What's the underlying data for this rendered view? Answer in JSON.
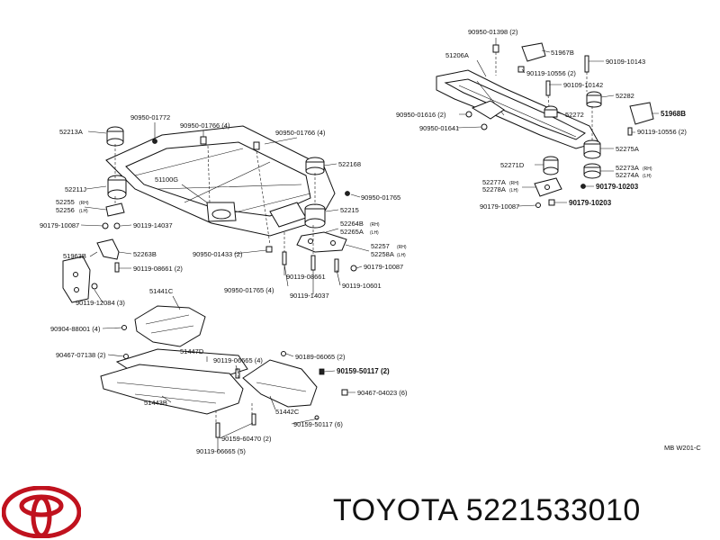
{
  "diagram": {
    "labels": {
      "l_52213A": "52213A",
      "l_90950_01772": "90950-01772",
      "l_90950_01766_a": "90950-01766 (4)",
      "l_90950_01766_b": "90950-01766 (4)",
      "l_522168": "522168",
      "l_52211J": "52211J",
      "l_51100G": "51100G",
      "l_52255": "52255",
      "l_52256": "52256",
      "l_90950_01765": "90950-01765",
      "l_52215": "52215",
      "l_90179_10087_a": "90179-10087",
      "l_90119_14037_a": "90119-14037",
      "l_52264B": "52264B",
      "l_52265A": "52265A",
      "l_51963B": "51963B",
      "l_52263B": "52263B",
      "l_90950_01433": "90950-01433 (2)",
      "l_52257": "52257",
      "l_52258A": "52258A",
      "l_90119_08661_a": "90119-08661 (2)",
      "l_90179_10087_b": "90179-10087",
      "l_90119_08661_b": "90119-08661",
      "l_90119_12084": "90119-12084 (3)",
      "l_90950_01765_4": "90950-01765 (4)",
      "l_90119_10601": "90119-10601",
      "l_90119_14037_b": "90119-14037",
      "l_51441C": "51441C",
      "l_90904_88001": "90904-88001 (4)",
      "l_51447D": "51447D",
      "l_90467_07138": "90467-07138 (2)",
      "l_90119_06665_4": "90119-06665 (4)",
      "l_90189_06065": "90189-06065 (2)",
      "l_90159_50117_2": "90159-50117 (2)",
      "l_90467_04023": "90467-04023 (6)",
      "l_51443B": "51443B",
      "l_51442C": "51442C",
      "l_90159_50117_6": "90159-50117 (6)",
      "l_90159_60470": "90159-60470 (2)",
      "l_90119_06665_5": "90119-06665 (5)",
      "r_90950_01398": "90950-01398 (2)",
      "r_51206A": "51206A",
      "r_51967B": "51967B",
      "r_90109_10143": "90109-10143",
      "r_90119_10556_a": "90119-10556 (2)",
      "r_90109_10142": "90109-10142",
      "r_52282": "52282",
      "r_90950_01616": "90950-01616 (2)",
      "r_52272": "52272",
      "r_51968B": "51968B",
      "r_90950_01641": "90950-01641",
      "r_90119_10556_b": "90119-10556 (2)",
      "r_52275A": "52275A",
      "r_52271D": "52271D",
      "r_52273A": "52273A",
      "r_52274A": "52274A",
      "r_52277A": "52277A",
      "r_52278A": "52278A",
      "r_90179_10203_a": "90179-10203",
      "r_90179_10087": "90179-10087",
      "r_90179_10203_b": "90179-10203",
      "rh": "(RH)",
      "lh": "(LH)",
      "code": "MB W201-C"
    }
  },
  "footer": {
    "brand_text": "TOYOTA 5221533010",
    "logo_icon": "toyota-logo-icon",
    "logo_color": "#c0121e"
  }
}
